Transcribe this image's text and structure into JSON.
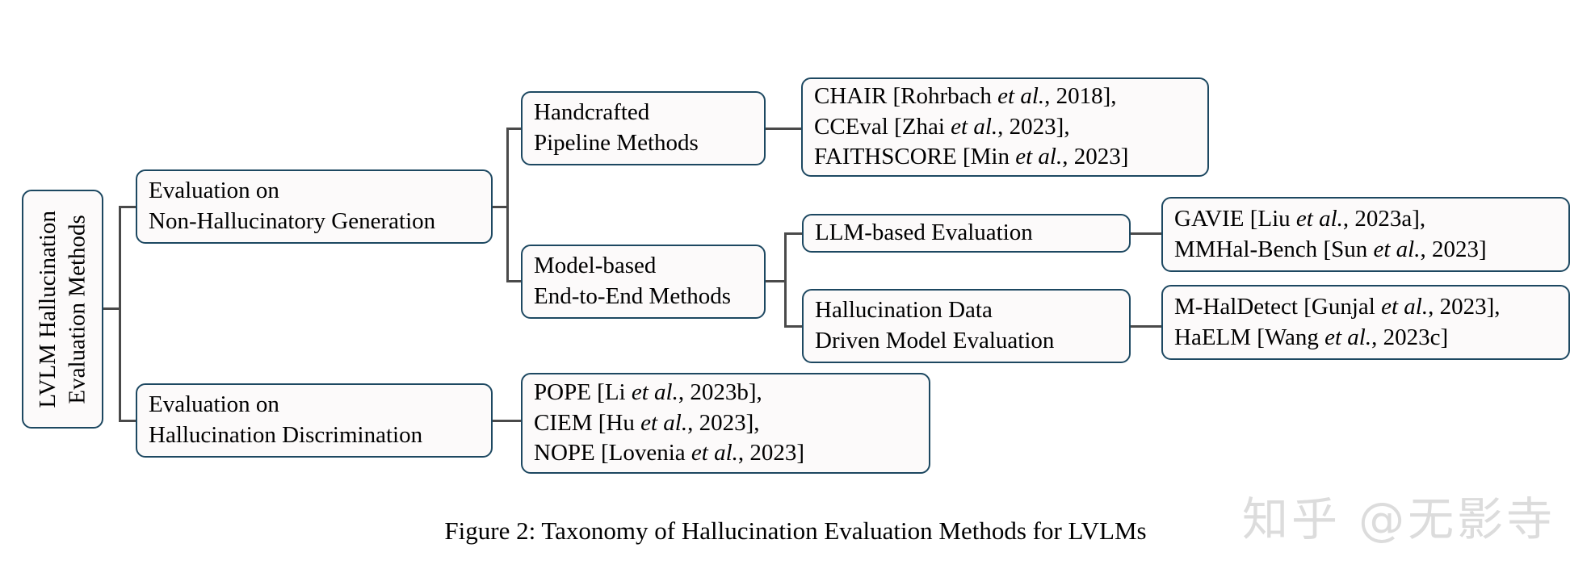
{
  "figure": {
    "caption": "Figure 2: Taxonomy of Hallucination Evaluation Methods for LVLMs",
    "watermark": "知乎 @无影寺",
    "colors": {
      "node_border": "#1d4861",
      "node_fill": "#fcfafa",
      "connector": "#4a4a4a",
      "text": "#000000",
      "watermark": "#dcdcdc",
      "background": "#ffffff"
    }
  },
  "tree": {
    "root": {
      "line1": "LVLM Hallucination",
      "line2": "Evaluation Methods"
    },
    "level2": [
      {
        "line1": "Evaluation on",
        "line2": "Non-Hallucinatory Generation"
      },
      {
        "line1": "Evaluation on",
        "line2": "Hallucination Discrimination"
      }
    ],
    "level3": [
      {
        "line1": "Handcrafted",
        "line2": "Pipeline Methods"
      },
      {
        "line1": "Model-based",
        "line2": "End-to-End Methods"
      },
      {
        "line1": "LLM-based Evaluation",
        "line2": ""
      },
      {
        "line1": "Hallucination Data",
        "line2": "Driven Model Evaluation"
      }
    ],
    "leaves": {
      "handcrafted_refs": {
        "line1_name": "CHAIR",
        "line1_cite_open": " [Rohrbach ",
        "line1_etal": "et al.",
        "line1_cite_close": ", 2018],",
        "line2_name": "CCEval",
        "line2_cite_open": " [Zhai ",
        "line2_etal": "et al.",
        "line2_cite_close": ", 2023],",
        "line3_name": "FAITHSCORE",
        "line3_cite_open": " [Min ",
        "line3_etal": "et al.",
        "line3_cite_close": ", 2023]"
      },
      "llm_based_refs": {
        "line1_name": "GAVIE",
        "line1_cite_open": " [Liu ",
        "line1_etal": "et al.",
        "line1_cite_close": ", 2023a],",
        "line2_name": "MMHal-Bench",
        "line2_cite_open": " [Sun ",
        "line2_etal": "et al.",
        "line2_cite_close": ", 2023]"
      },
      "hallucination_data_refs": {
        "line1_name": "M-HalDetect",
        "line1_cite_open": " [Gunjal ",
        "line1_etal": "et al.",
        "line1_cite_close": ", 2023],",
        "line2_name": "HaELM",
        "line2_cite_open": " [Wang ",
        "line2_etal": "et al.",
        "line2_cite_close": ", 2023c]"
      },
      "discrimination_refs": {
        "line1_name": "POPE",
        "line1_cite_open": " [Li ",
        "line1_etal": "et al.",
        "line1_cite_close": ", 2023b],",
        "line2_name": "CIEM",
        "line2_cite_open": " [Hu ",
        "line2_etal": "et al.",
        "line2_cite_close": ", 2023],",
        "line3_name": "NOPE",
        "line3_cite_open": " [Lovenia ",
        "line3_etal": "et al.",
        "line3_cite_close": ", 2023]"
      }
    }
  }
}
